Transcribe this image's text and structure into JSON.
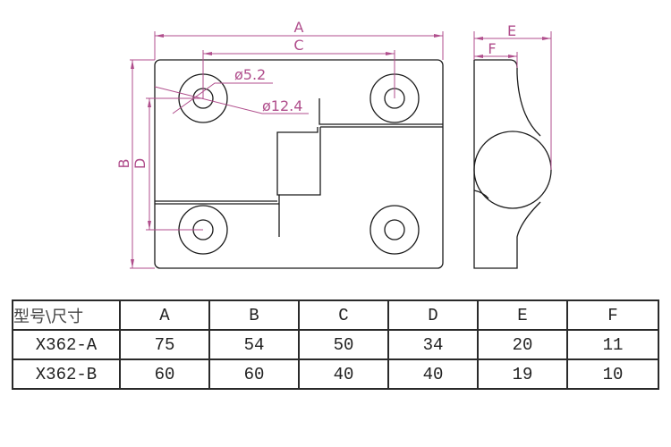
{
  "drawing": {
    "dim_labels": {
      "A": "A",
      "B": "B",
      "C": "C",
      "D": "D",
      "E": "E",
      "F": "F"
    },
    "hole_inner_diameter": "ø5.2",
    "hole_outer_diameter": "ø12.4",
    "colors": {
      "part": "#1a1a1a",
      "dimension": "#b04e8c"
    }
  },
  "table": {
    "header": [
      "型号\\尺寸",
      "A",
      "B",
      "C",
      "D",
      "E",
      "F"
    ],
    "rows": [
      [
        "X362-A",
        "75",
        "54",
        "50",
        "34",
        "20",
        "11"
      ],
      [
        "X362-B",
        "60",
        "60",
        "40",
        "40",
        "19",
        "10"
      ]
    ]
  }
}
